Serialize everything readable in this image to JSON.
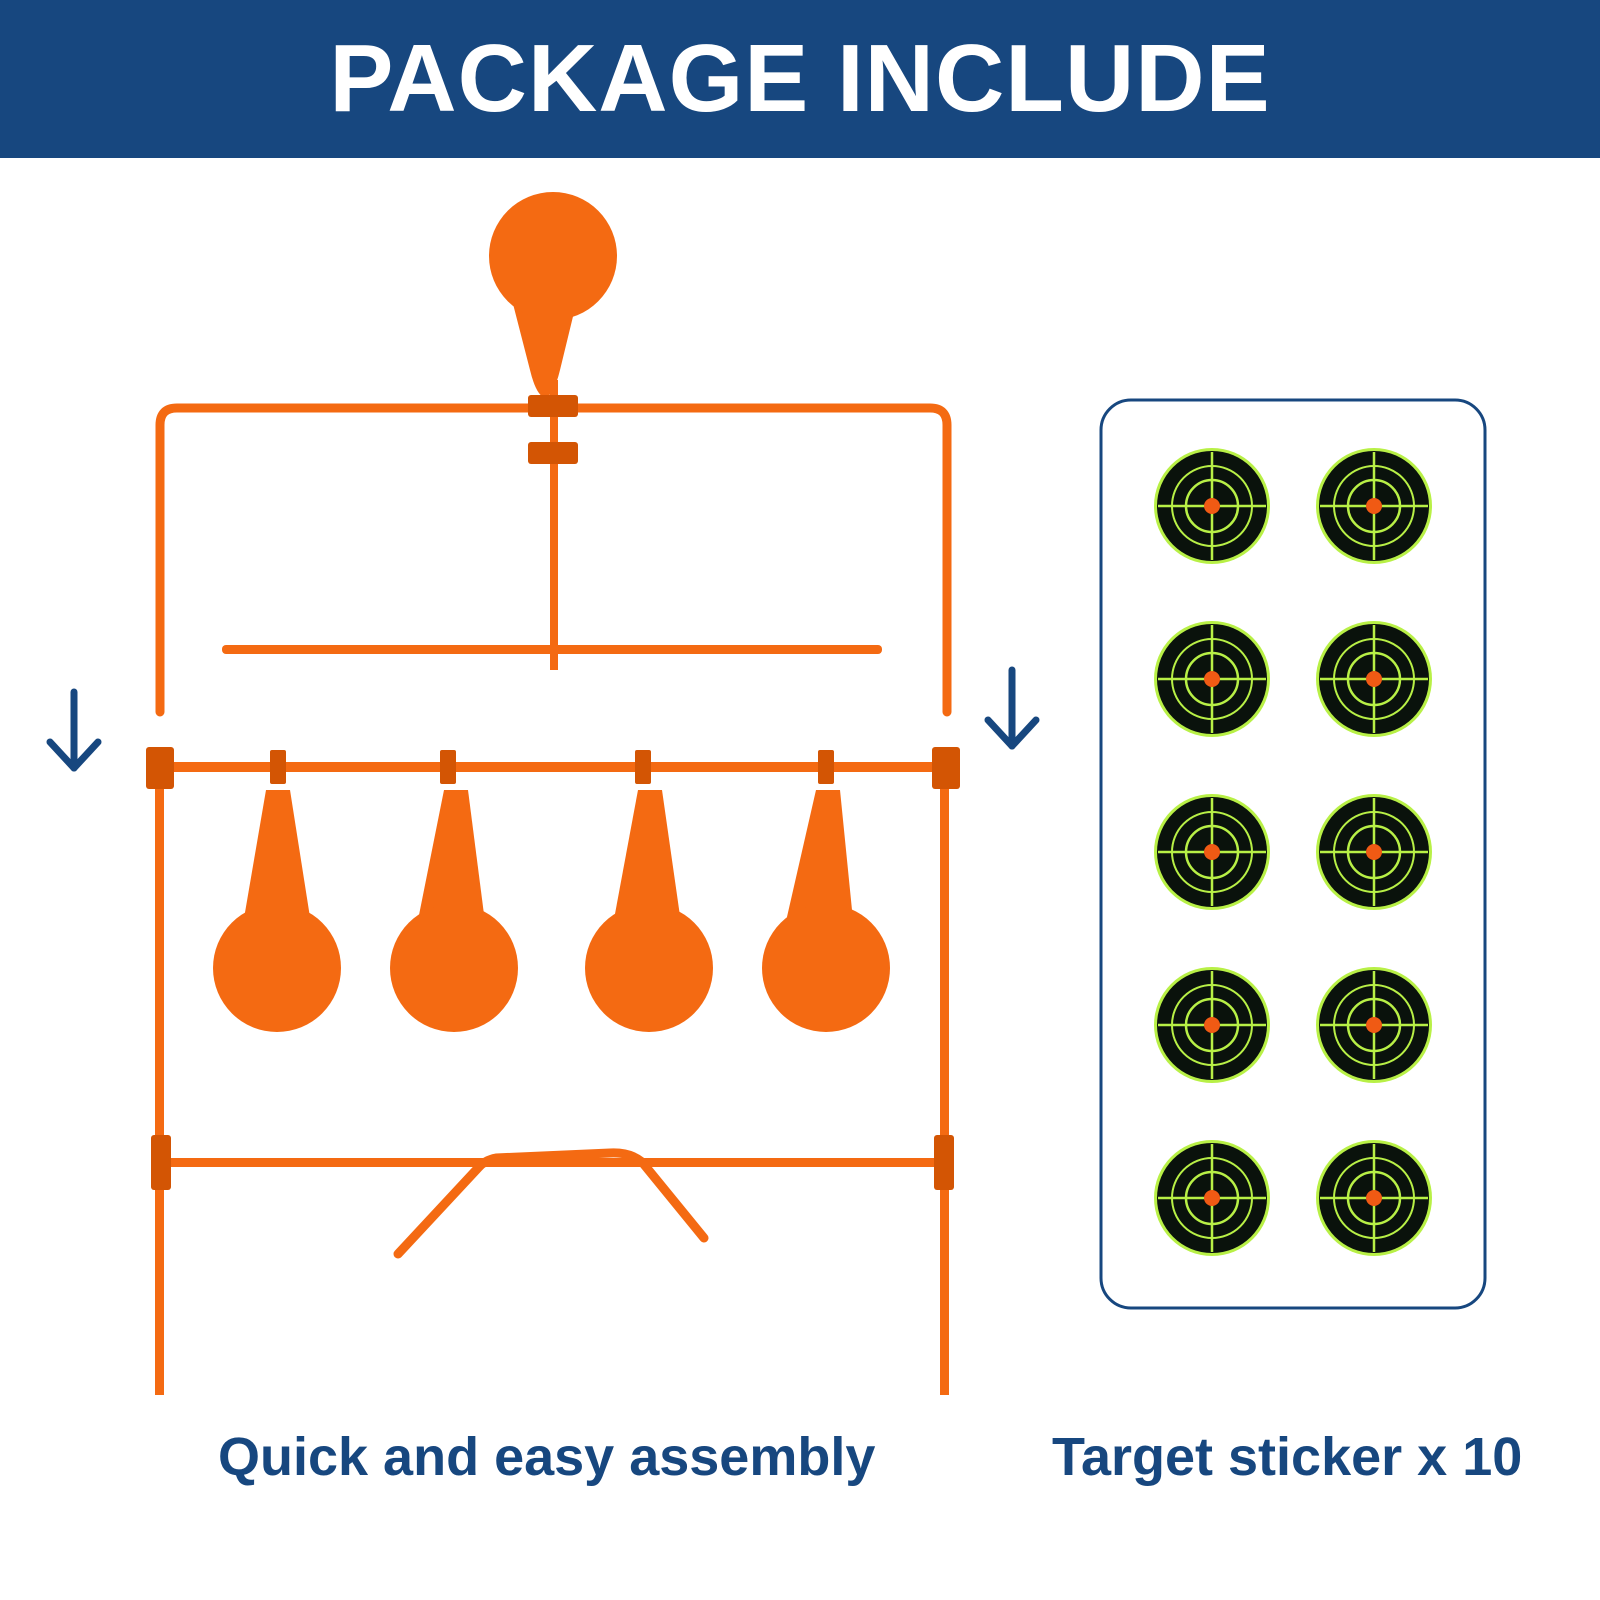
{
  "banner": {
    "title": "PACKAGE INCLUDE"
  },
  "captions": {
    "assembly": "Quick and easy assembly",
    "stickers": "Target sticker x 10"
  },
  "sticker_count": 10,
  "icons": {
    "arrows": [
      "down-arrow-icon",
      "down-arrow-icon"
    ],
    "target": "target-sticker-icon"
  },
  "colors": {
    "navy": "#17477f",
    "orange": "#f46a12",
    "orange_dark": "#d35504",
    "sticker_black": "#0a120c",
    "sticker_green": "#b8f046",
    "sticker_center": "#f05a14",
    "white": "#ffffff"
  }
}
